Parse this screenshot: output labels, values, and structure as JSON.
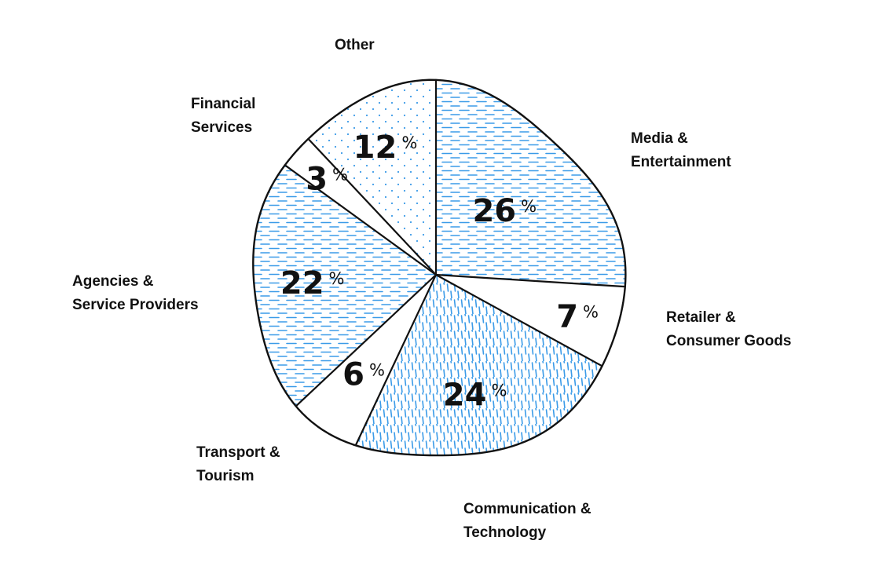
{
  "chart_data": {
    "type": "pie",
    "slices": [
      {
        "label_lines": [
          "Media &",
          "Entertainment"
        ],
        "value": 26,
        "pattern": "dash-horizontal"
      },
      {
        "label_lines": [
          "Retailer &",
          "Consumer Goods"
        ],
        "value": 7,
        "pattern": "none"
      },
      {
        "label_lines": [
          "Communication &",
          "Technology"
        ],
        "value": 24,
        "pattern": "dash-vertical"
      },
      {
        "label_lines": [
          "Transport &",
          "Tourism"
        ],
        "value": 6,
        "pattern": "none"
      },
      {
        "label_lines": [
          "Agencies &",
          "Service Providers"
        ],
        "value": 22,
        "pattern": "dash-horizontal"
      },
      {
        "label_lines": [
          "Financial",
          "Services"
        ],
        "value": 3,
        "pattern": "none"
      },
      {
        "label_lines": [
          "Other"
        ],
        "value": 12,
        "pattern": "dots"
      }
    ],
    "percent_symbol": "%",
    "pattern_color": "#3b9be8",
    "outline_color": "#111111"
  }
}
